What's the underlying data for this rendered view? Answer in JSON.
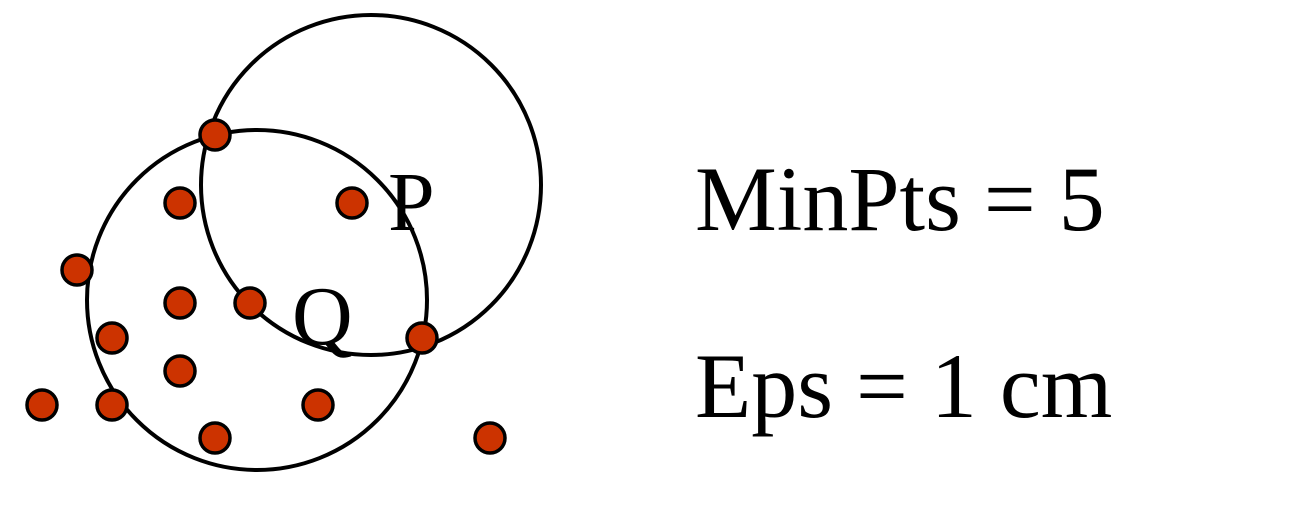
{
  "diagram": {
    "point_color": "#cc3300",
    "outline_color": "#000000",
    "labels": {
      "p": "P",
      "q": "Q"
    },
    "parameters": {
      "minpts": "MinPts = 5",
      "eps": "Eps = 1 cm"
    }
  }
}
